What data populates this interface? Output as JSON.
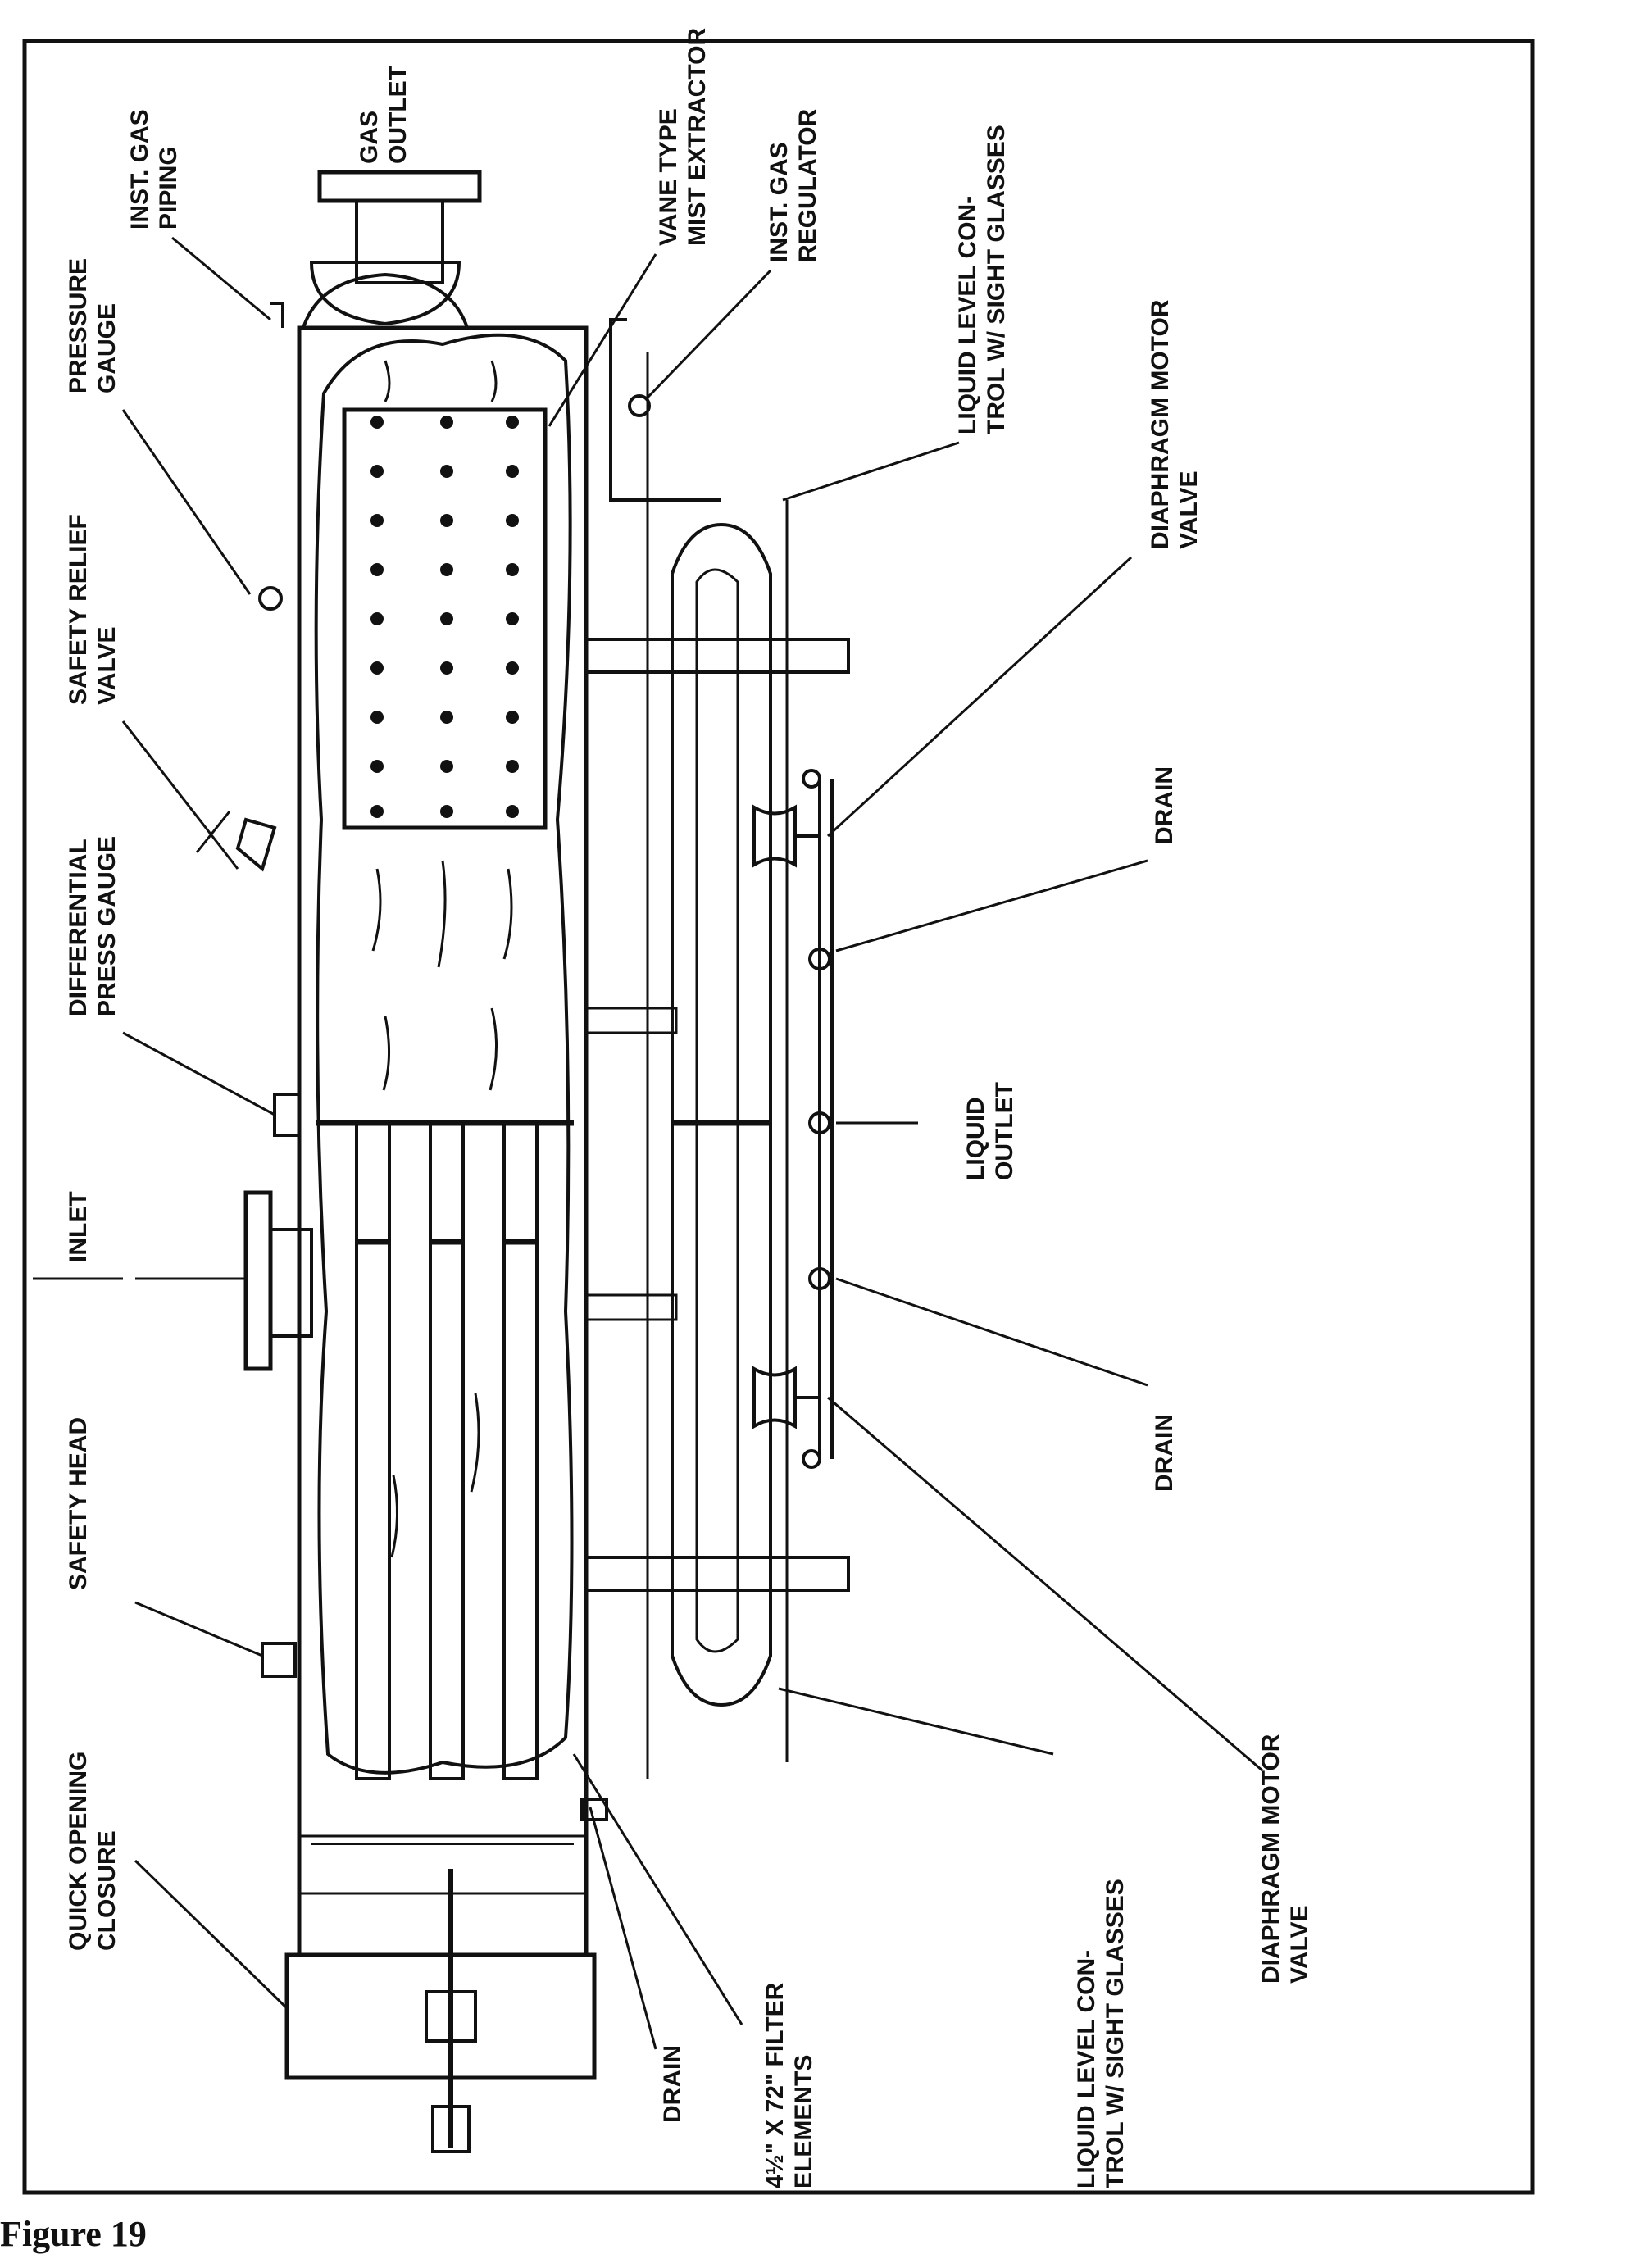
{
  "figure_caption": "Figure 19",
  "labels": {
    "gas_outlet": [
      "GAS",
      "OUTLET"
    ],
    "inst_gas_piping": [
      "INST. GAS",
      "PIPING"
    ],
    "vane_type": [
      "VANE TYPE",
      "MIST EXTRACTOR"
    ],
    "inst_gas_regulator": [
      "INST. GAS",
      "REGULATOR"
    ],
    "liquid_level_top": [
      "LIQUID LEVEL CON-",
      "TROL W/ SIGHT GLASSES"
    ],
    "pressure_gauge": [
      "PRESSURE",
      "GAUGE"
    ],
    "diaphragm_top": [
      "DIAPHRAGM MOTOR",
      "VALVE"
    ],
    "safety_relief": [
      "SAFETY RELIEF",
      "VALVE"
    ],
    "drain_right_top": [
      "DRAIN"
    ],
    "differential": [
      "DIFFERENTIAL",
      "PRESS GAUGE"
    ],
    "liquid_outlet": [
      "LIQUID",
      "OUTLET"
    ],
    "inlet": [
      "INLET"
    ],
    "safety_head": [
      "SAFETY HEAD"
    ],
    "drain_right_bottom": [
      "DRAIN"
    ],
    "diaphragm_bottom": [
      "DIAPHRAGM MOTOR",
      "VALVE"
    ],
    "quick_opening": [
      "QUICK OPENING",
      "CLOSURE"
    ],
    "drain_bottom": [
      "DRAIN"
    ],
    "filter_elements": [
      "4½\" X 72\" FILTER",
      "ELEMENTS"
    ],
    "liquid_level_bottom": [
      "LIQUID LEVEL CON-",
      "TROL W/ SIGHT GLASSES"
    ]
  }
}
